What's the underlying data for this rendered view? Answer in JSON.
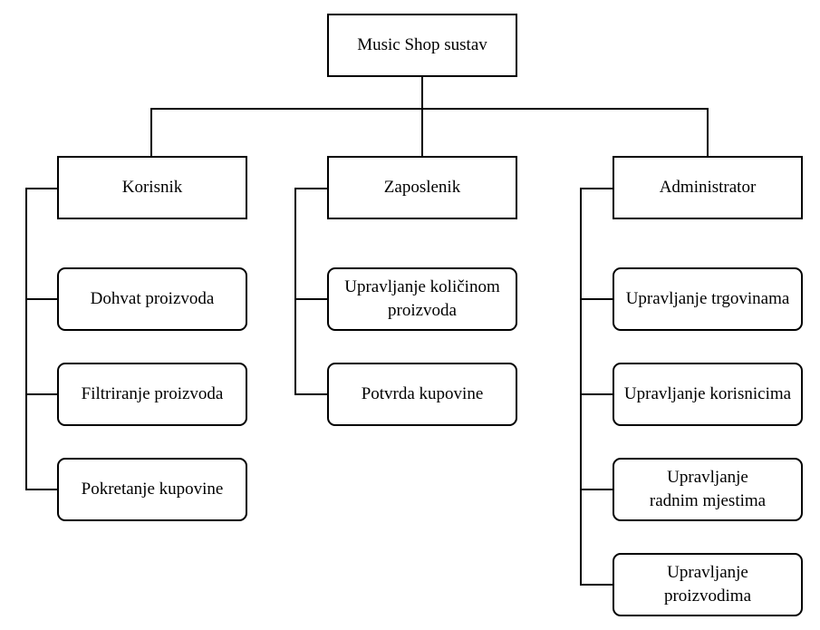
{
  "root": {
    "label": "Music Shop sustav"
  },
  "groups": [
    {
      "label": "Korisnik",
      "items": [
        "Dohvat proizvoda",
        "Filtriranje proizvoda",
        "Pokretanje kupovine"
      ]
    },
    {
      "label": "Zaposlenik",
      "items": [
        "Upravljanje količinom proizvoda",
        "Potvrda kupovine"
      ]
    },
    {
      "label": "Administrator",
      "items": [
        "Upravljanje trgovinama",
        "Upravljanje korisnicima",
        "Upravljanje radnim mjestima",
        "Upravljanje proizvodima"
      ]
    }
  ],
  "colors": {
    "stroke": "#000000",
    "fill": "#ffffff",
    "text": "#000000"
  }
}
